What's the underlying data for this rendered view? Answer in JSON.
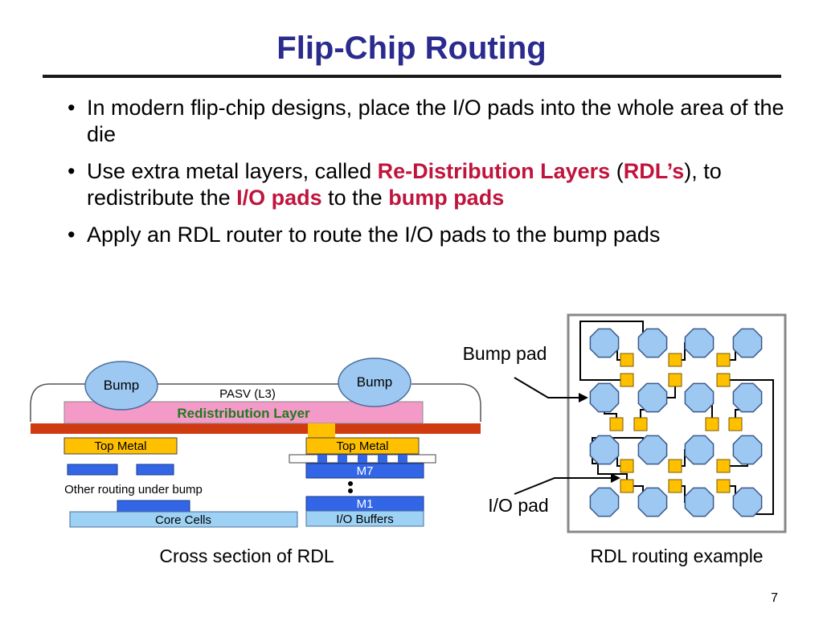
{
  "slide": {
    "title": "Flip-Chip Routing",
    "page_number": "7"
  },
  "bullets": [
    {
      "dot": "•",
      "parts": [
        {
          "text": "In modern flip-chip designs, place the I/O pads into the whole area of the die",
          "style": "plain"
        }
      ]
    },
    {
      "dot": "•",
      "parts": [
        {
          "text": "Use extra metal layers, called ",
          "style": "plain"
        },
        {
          "text": "Re-Distribution Layers",
          "style": "red"
        },
        {
          "text": " (",
          "style": "plain"
        },
        {
          "text": "RDL’s",
          "style": "red"
        },
        {
          "text": "), to redistribute the ",
          "style": "plain"
        },
        {
          "text": "I/O pads",
          "style": "red"
        },
        {
          "text": " to the ",
          "style": "plain"
        },
        {
          "text": "bump pads",
          "style": "red"
        }
      ]
    },
    {
      "dot": "•",
      "parts": [
        {
          "text": "Apply an RDL router to route the I/O pads to the bump pads",
          "style": "plain"
        }
      ]
    }
  ],
  "cross_section": {
    "caption": "Cross section of RDL",
    "bump_left": "Bump",
    "bump_right": "Bump",
    "pasv": "PASV (L3)",
    "rdl": "Redistribution Layer",
    "top_metal_left": "Top Metal",
    "top_metal_right": "Top Metal",
    "m7": "M7",
    "other_routing": "Other routing under bump",
    "m1": "M1",
    "core_cells": "Core Cells",
    "io_buffers": "I/O Buffers"
  },
  "routing_example": {
    "caption": "RDL routing example",
    "bump_pad_label": "Bump pad",
    "io_pad_label": "I/O pad"
  },
  "colors": {
    "title": "#2B2B8F",
    "highlight": "#C0143C",
    "rdl_fill": "#F49AC9",
    "rdl_text": "#1E7B1E",
    "bump_fill": "#9DC8F2",
    "metal_yellow": "#FFC000",
    "metal_blue": "#3366E6",
    "substrate_red": "#D03A10"
  }
}
